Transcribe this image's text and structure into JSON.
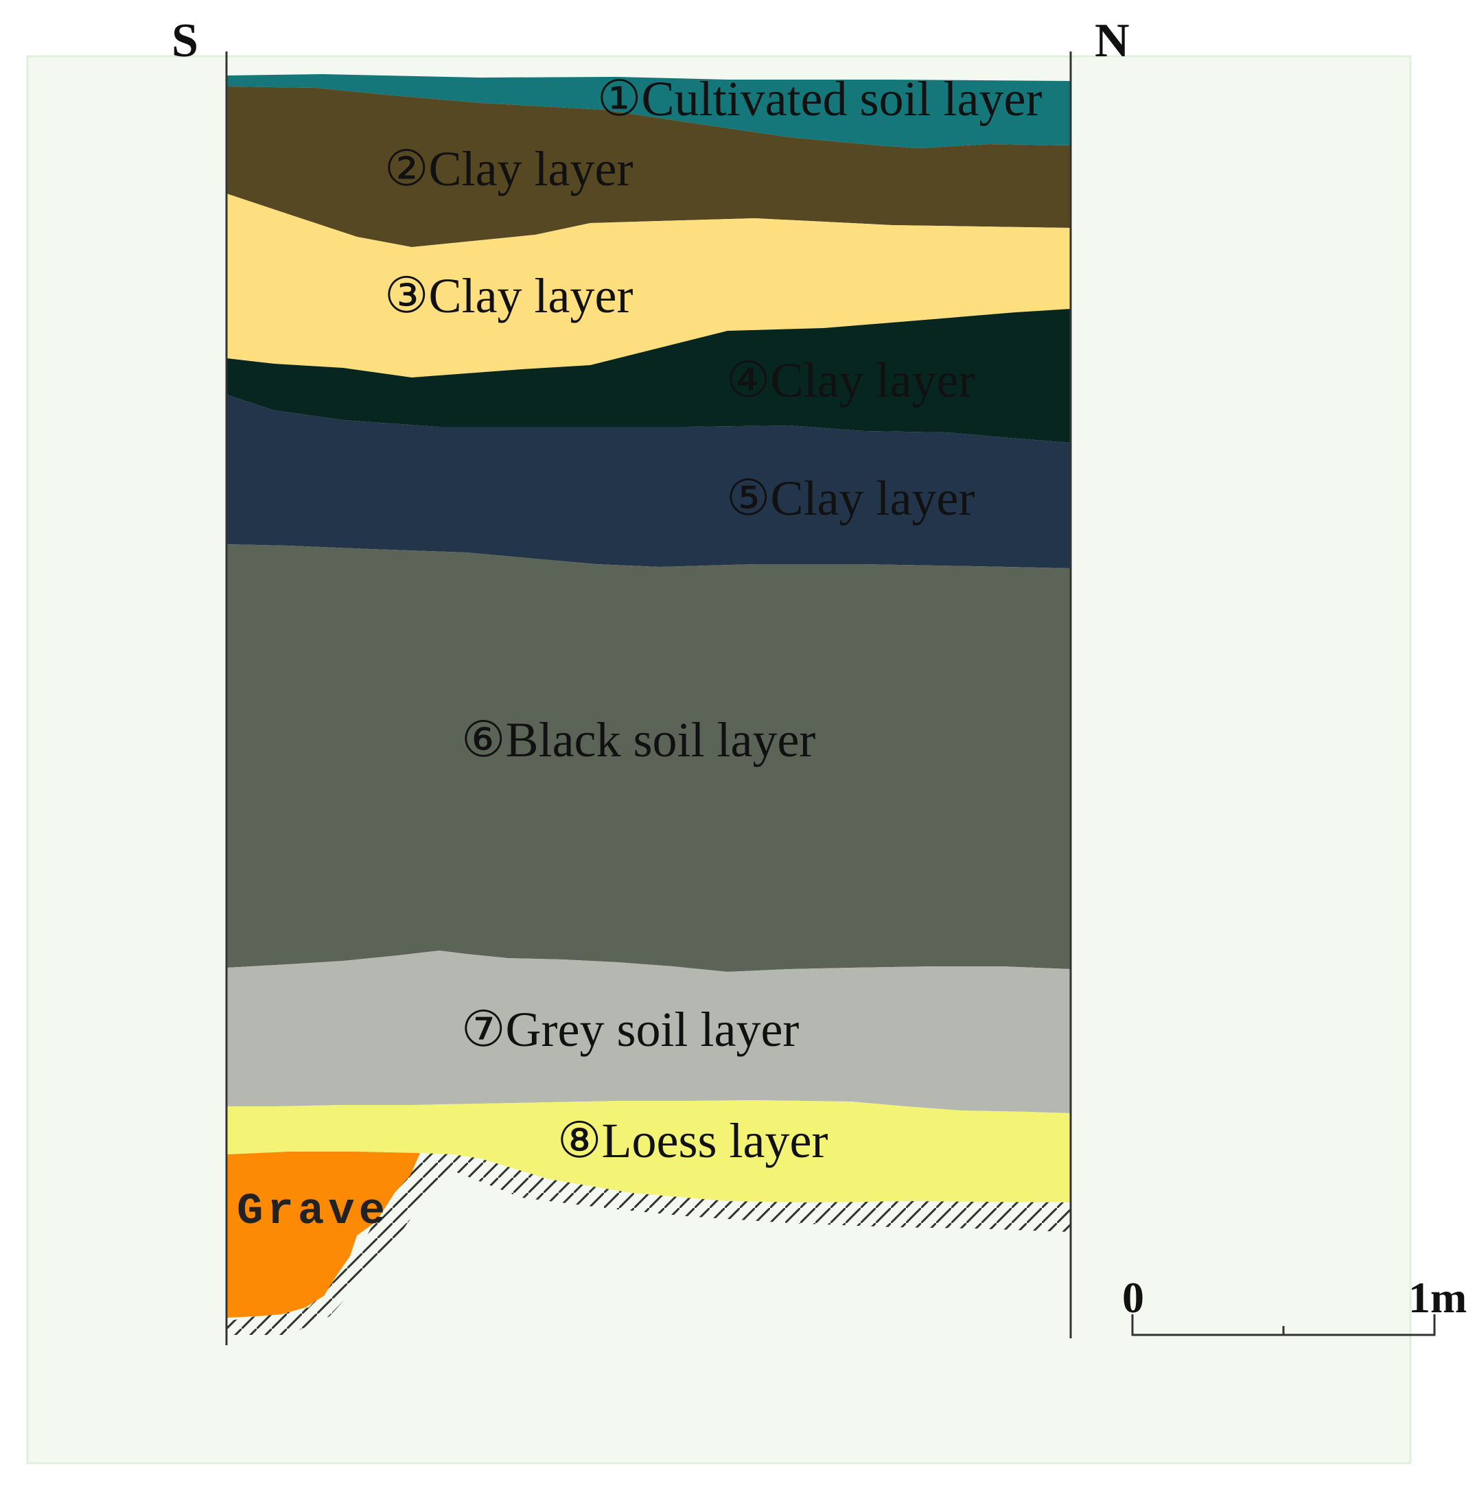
{
  "directions": {
    "south": "S",
    "north": "N"
  },
  "layers": [
    {
      "label": "①Cultivated soil layer",
      "color": "#16777a"
    },
    {
      "label": "②Clay layer",
      "color": "#554822"
    },
    {
      "label": "③Clay layer",
      "color": "#fddf7f"
    },
    {
      "label": "④Clay layer",
      "color": "#07261f"
    },
    {
      "label": "⑤Clay layer",
      "color": "#23354a"
    },
    {
      "label": "⑥Black soil layer",
      "color": "#5c6458"
    },
    {
      "label": "⑦Grey soil layer",
      "color": "#b4b8b0"
    },
    {
      "label": "⑧Loess layer",
      "color": "#f3f475"
    }
  ],
  "grave": {
    "label": "Grave",
    "color": "#fc8a05"
  },
  "scale_bar": {
    "start_label": "0",
    "end_label": "1m"
  },
  "background_color": "#f3f9f0"
}
